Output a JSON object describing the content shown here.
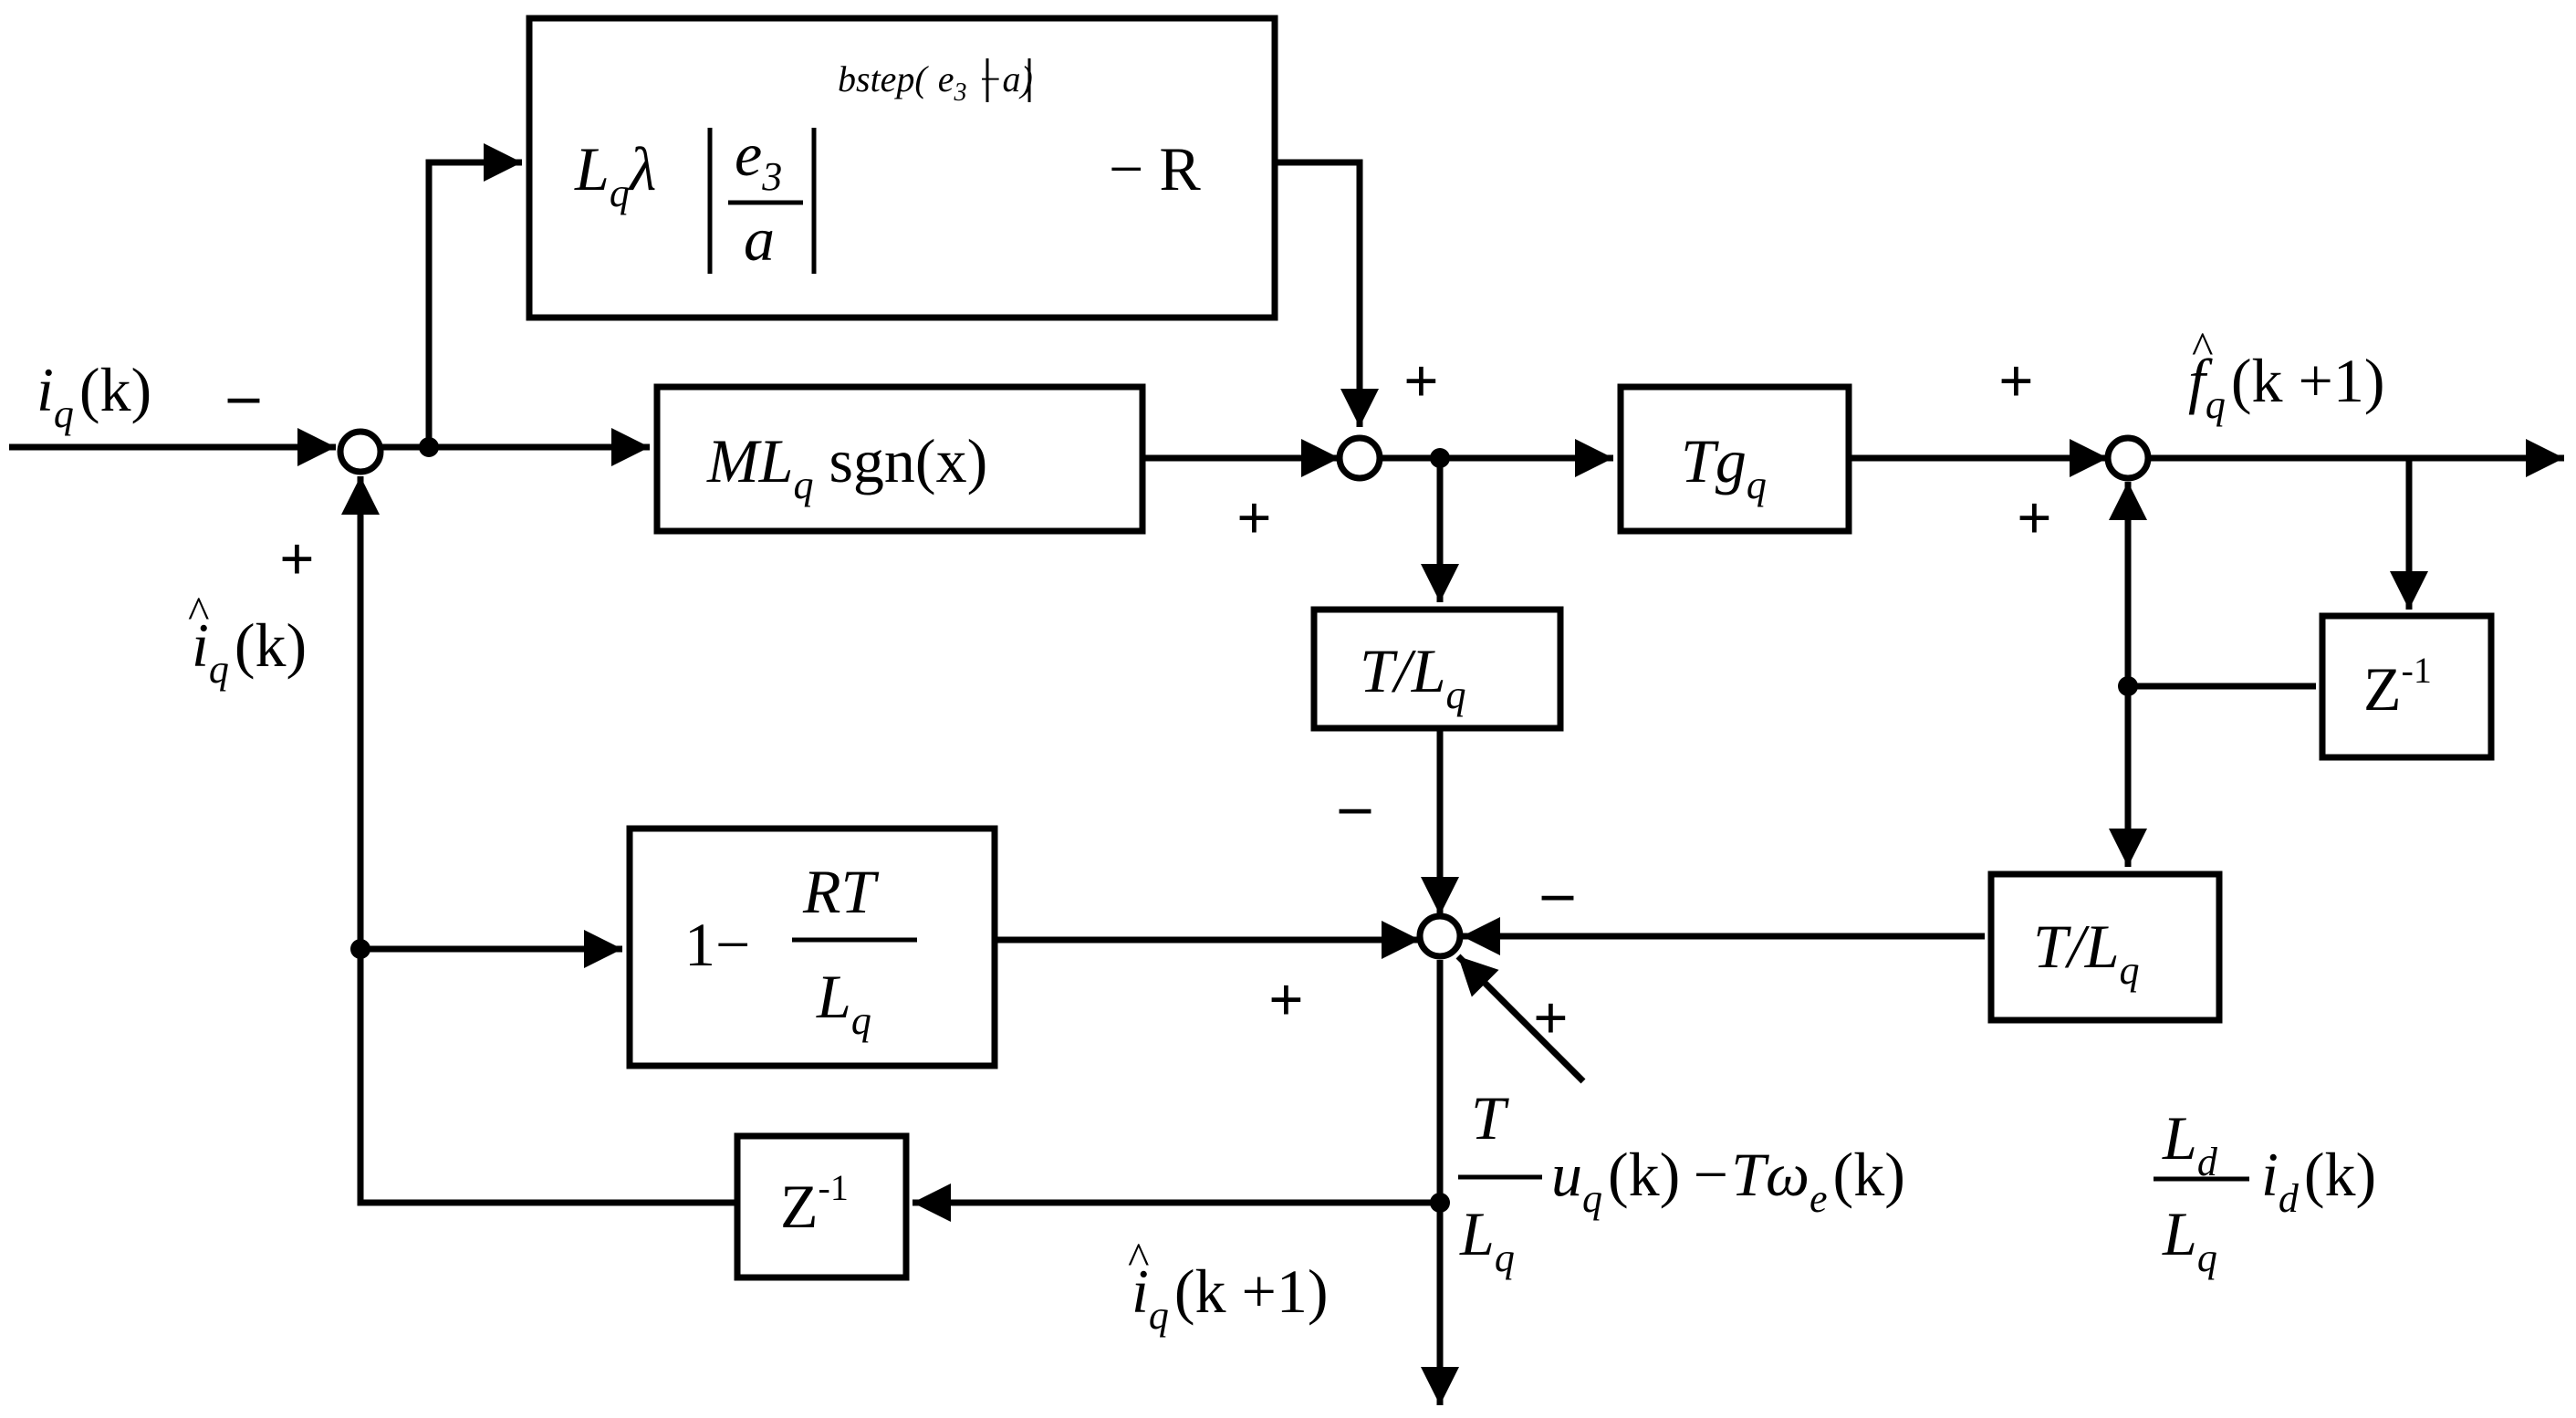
{
  "colors": {
    "stroke": "#000000",
    "background": "#ffffff"
  },
  "blocks": {
    "top_gain": {
      "prefix_L": "L",
      "prefix_sub": "q",
      "lambda": "λ",
      "frac_num": "e",
      "frac_num_sub": "3",
      "frac_den": "a",
      "exp_pre": "bstep(",
      "exp_e": "e",
      "exp_e_sub": "3",
      "exp_post": "−a)",
      "minus_R": "− R"
    },
    "sign_gain": {
      "ML": "ML",
      "sub": "q",
      "rest": " sgn(x)"
    },
    "tg": {
      "main": "Tg",
      "sub": "q"
    },
    "t_over_l_mid": {
      "main": "T/L",
      "sub": "q"
    },
    "z_right": {
      "main": "Z",
      "sup": "-1"
    },
    "one_minus": {
      "one": "1−",
      "num": "RT",
      "den": "L",
      "den_sub": "q"
    },
    "t_over_l_right": {
      "main": "T/L",
      "sub": "q"
    },
    "z_bottom": {
      "main": "Z",
      "sup": "-1"
    }
  },
  "signals": {
    "iq_k": {
      "main": "i",
      "sub": "q",
      "arg": "(k)"
    },
    "iq_hat_k": {
      "hat": "^",
      "main": "i",
      "sub": "q",
      "arg": "(k)"
    },
    "fq_hat_k1": {
      "hat": "^",
      "main": "f",
      "sub": "q",
      "arg": "(k +1)"
    },
    "iq_hat_k1": {
      "hat": "^",
      "main": "i",
      "sub": "q",
      "arg": "(k +1)"
    },
    "voltage_term": {
      "T": "T",
      "L": "L",
      "L_sub": "q",
      "uq": "u",
      "uq_sub": "q",
      "uq_arg": "(k)",
      "minus_T": "−Tω",
      "we_sub": "e",
      "we_arg": "(k)",
      "Ld": "L",
      "Ld_sub": "d",
      "Lq": "L",
      "Lq_sub": "q",
      "id": "i",
      "id_sub": "d",
      "id_arg": "(k)"
    }
  },
  "signs": {
    "sum1_minus": "–",
    "sum1_plus": "+",
    "sum2_plus_top": "+",
    "sum2_plus_bottom": "+",
    "sum3_plus_top": "+",
    "sum3_plus_bottom": "+",
    "sum4_minus_top": "–",
    "sum4_minus_right": "–",
    "sum4_plus_left": "+",
    "sum4_plus_diag": "+"
  }
}
